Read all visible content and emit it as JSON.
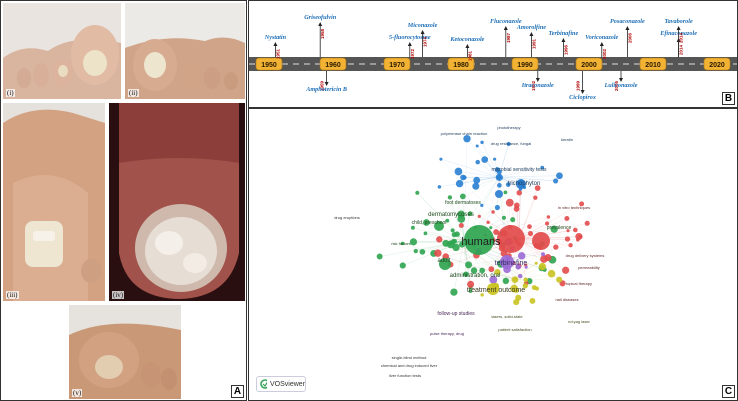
{
  "panel_labels": {
    "a": "A",
    "b": "B",
    "c": "C"
  },
  "photos": [
    {
      "label": "(i)"
    },
    {
      "label": "(ii)"
    },
    {
      "label": "(iii)"
    },
    {
      "label": "(iv)"
    },
    {
      "label": "(v)"
    }
  ],
  "timeline": {
    "decades": [
      "1950",
      "1960",
      "1970",
      "1980",
      "1990",
      "2000",
      "2010",
      "2020"
    ],
    "drugs_above": [
      {
        "name": "Nystatin",
        "year": "1951"
      },
      {
        "name": "Griseofulvin",
        "year": "1958"
      },
      {
        "name": "5-fluorocytosine",
        "year": "1972"
      },
      {
        "name": "Miconazole",
        "year": "1974"
      },
      {
        "name": "Ketoconazole",
        "year": "1981"
      },
      {
        "name": "Fluconazole",
        "year": "1987"
      },
      {
        "name": "Amorolfine",
        "year": "1991"
      },
      {
        "name": "Terbinafine",
        "year": "1996"
      },
      {
        "name": "Voriconazole",
        "year": "2002"
      },
      {
        "name": "Posaconazole",
        "year": "2006"
      },
      {
        "name": "Efinaconazole",
        "year": "2014"
      },
      {
        "name": "Tavaborole",
        "year": "2014"
      }
    ],
    "drugs_below": [
      {
        "name": "Amphotericin B",
        "year": "1959"
      },
      {
        "name": "Itraconazole",
        "year": "1992"
      },
      {
        "name": "Ciclopirox",
        "year": "1999"
      },
      {
        "name": "Luliconazole",
        "year": "2005"
      }
    ]
  },
  "network": {
    "logo_text": "VOSviewer",
    "terms": [
      {
        "text": "humans",
        "color": "#1e1e1e",
        "size": 11
      },
      {
        "text": "terbinafine",
        "color": "#3a2a6a",
        "size": 7
      },
      {
        "text": "treatment outcome",
        "color": "#3b3b20",
        "size": 7
      },
      {
        "text": "administration, oral",
        "color": "#1f4a1f",
        "size": 6
      },
      {
        "text": "adult",
        "color": "#1f4a1f",
        "size": 6
      },
      {
        "text": "dermatomycoses",
        "color": "#1f4a1f",
        "size": 6
      },
      {
        "text": "child, preschool",
        "color": "#1f4a1f",
        "size": 5
      },
      {
        "text": "foot dermatoses",
        "color": "#1f4a1f",
        "size": 5
      },
      {
        "text": "trichophyton",
        "color": "#1b3b5a",
        "size": 6
      },
      {
        "text": "microbial sensitivity tests",
        "color": "#1b3b5a",
        "size": 5
      },
      {
        "text": "polymerase chain reaction",
        "color": "#1b3b5a",
        "size": 4
      },
      {
        "text": "drug resistance, fungal",
        "color": "#1b3b5a",
        "size": 4
      },
      {
        "text": "follow-up studies",
        "color": "#4a2a5a",
        "size": 5
      },
      {
        "text": "pulse therapy, drug",
        "color": "#4a2a5a",
        "size": 4
      },
      {
        "text": "lasers, solid-state",
        "color": "#4a4a20",
        "size": 4
      },
      {
        "text": "patient satisfaction",
        "color": "#4a4a20",
        "size": 4
      },
      {
        "text": "prevalence",
        "color": "#1f4a1f",
        "size": 5
      },
      {
        "text": "risk factors",
        "color": "#1f4a1f",
        "size": 4
      },
      {
        "text": "drug delivery systems",
        "color": "#5a1f1f",
        "size": 4
      },
      {
        "text": "in vitro techniques",
        "color": "#5a1f1f",
        "size": 4
      },
      {
        "text": "permeability",
        "color": "#5a1f1f",
        "size": 4
      },
      {
        "text": "nail diseases",
        "color": "#5a1f1f",
        "size": 4
      },
      {
        "text": "topical therapy",
        "color": "#5a1f1f",
        "size": 4
      },
      {
        "text": "drug eruptions",
        "color": "#333333",
        "size": 4
      },
      {
        "text": "single-blind method",
        "color": "#333333",
        "size": 4
      },
      {
        "text": "chemical and drug induced liver",
        "color": "#333333",
        "size": 4
      },
      {
        "text": "liver function tests",
        "color": "#333333",
        "size": 4
      },
      {
        "text": "phototherapy",
        "color": "#1b3b5a",
        "size": 4
      },
      {
        "text": "keratin",
        "color": "#1b3b5a",
        "size": 4
      },
      {
        "text": "nd:yag laser",
        "color": "#4a4a20",
        "size": 4
      }
    ]
  }
}
